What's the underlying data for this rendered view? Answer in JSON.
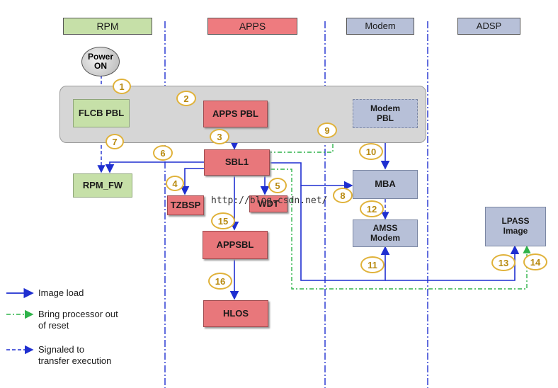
{
  "headers": {
    "rpm": "RPM",
    "apps": "APPS",
    "modem": "Modem",
    "adsp": "ADSP"
  },
  "nodes": {
    "power_on": "Power\nON",
    "flcb_pbl": "FLCB PBL",
    "apps_pbl": "APPS PBL",
    "modem_pbl": "Modem\nPBL",
    "sbl1": "SBL1",
    "rpm_fw": "RPM_FW",
    "tzbsp": "TZBSP",
    "wdt": "WDT",
    "mba": "MBA",
    "amss_modem": "AMSS\nModem",
    "appsbl": "APPSBL",
    "hlos": "HLOS",
    "lpass_image": "LPASS\nImage"
  },
  "steps": [
    "1",
    "2",
    "3",
    "4",
    "5",
    "6",
    "7",
    "8",
    "9",
    "10",
    "11",
    "12",
    "13",
    "14",
    "15",
    "16"
  ],
  "legend": {
    "image_load": "Image load",
    "bring_out_of_reset": "Bring processor out\nof reset",
    "signaled": "Signaled to\ntransfer execution"
  },
  "watermark": "http://blog.csdn.net/",
  "colors": {
    "image_load": "#1f2fd0",
    "bring_out_of_reset": "#2fb34a",
    "signaled": "#1f2fd0",
    "step_circle": "#e0b23a"
  }
}
